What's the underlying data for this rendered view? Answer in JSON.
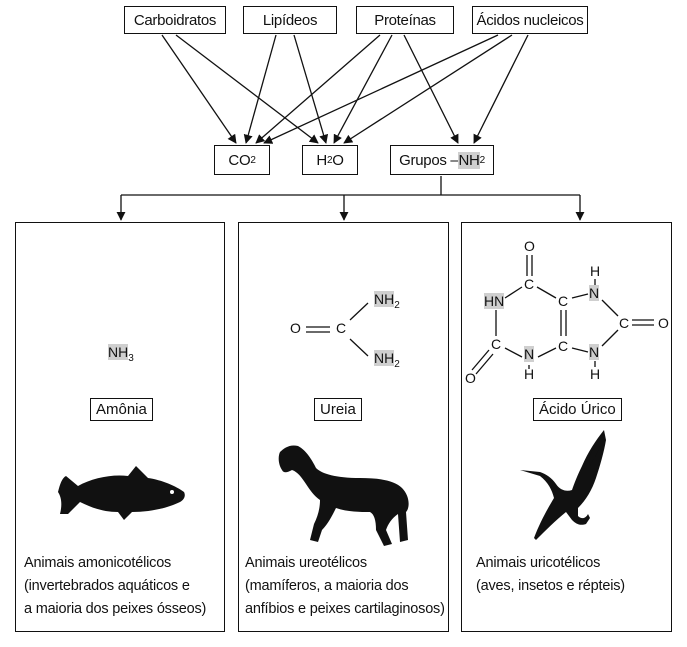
{
  "sources": [
    "Carboidratos",
    "Lipídeos",
    "Proteínas",
    "Ácidos nucleicos"
  ],
  "products": {
    "co2": {
      "main": "CO",
      "sub": "2"
    },
    "h2o": {
      "main": "H",
      "sub": "2",
      "tail": "O"
    },
    "nh2": {
      "prefix": "Grupos –",
      "hl": "NH",
      "sub": "2"
    }
  },
  "panels": [
    {
      "formula_hl": "NH",
      "formula_sub": "3",
      "name": "Amônia",
      "caption": [
        "Animais amonicotélicos",
        "(invertebrados aquáticos e",
        "a maioria dos peixes ósseos)"
      ],
      "animal": "fish-silhouette"
    },
    {
      "name": "Ureia",
      "urea": {
        "o": "O",
        "c": "C",
        "nh_top": "NH",
        "nh_bot": "NH",
        "sub": "2"
      },
      "caption": [
        "Animais ureotélicos",
        "(mamíferos, a maioria dos",
        "anfíbios e peixes cartilaginosos)"
      ],
      "animal": "horse-silhouette"
    },
    {
      "name": "Ácido Úrico",
      "uric": {
        "o": "O",
        "c": "C",
        "n": "N",
        "h": "H",
        "hn": "HN"
      },
      "caption": [
        "Animais uricotélicos",
        "(aves, insetos e répteis)"
      ],
      "animal": "bird-silhouette"
    }
  ]
}
